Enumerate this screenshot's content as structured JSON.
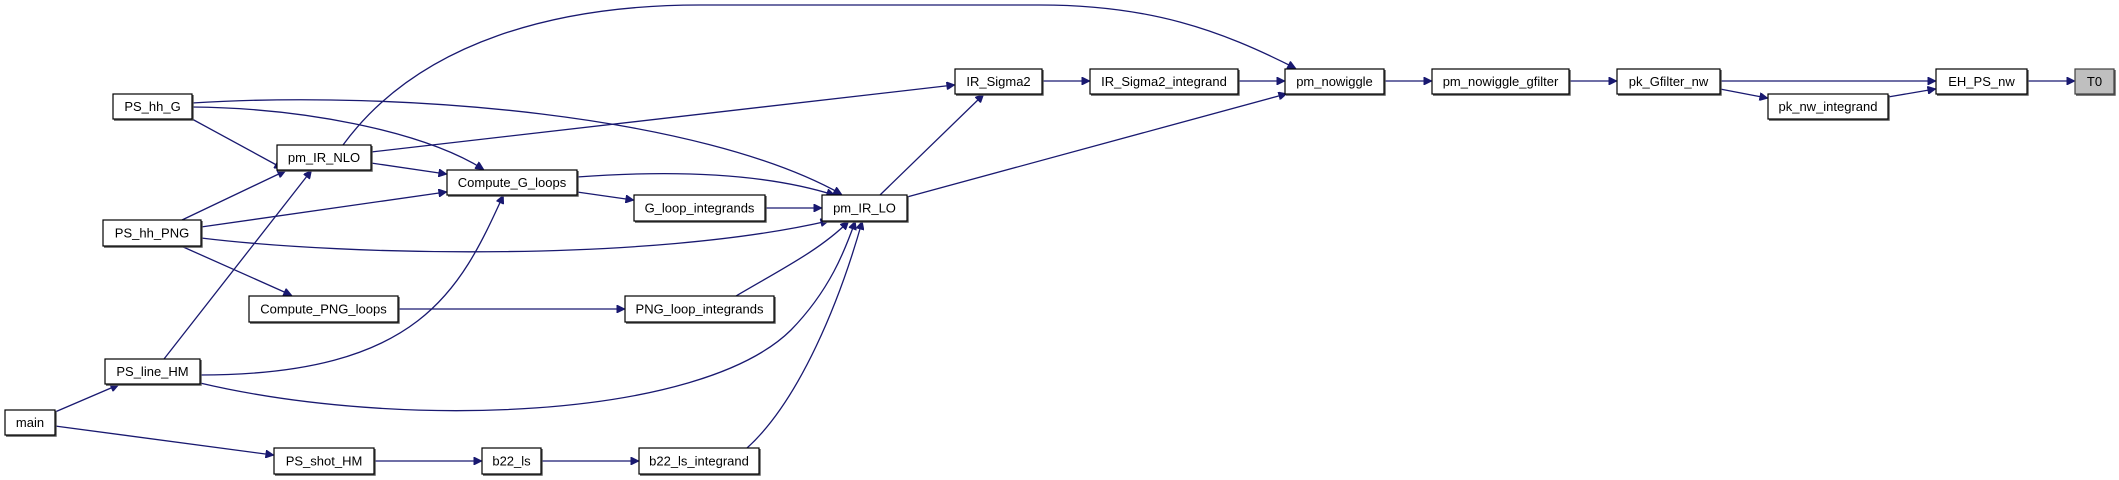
{
  "graph": {
    "type": "caller-graph",
    "root": "T0",
    "colors": {
      "edge": "#191970",
      "root_fill": "#bfbfbf",
      "node_fill": "#ffffff"
    },
    "nodes": [
      {
        "id": "T0",
        "label": "T0",
        "root": true
      },
      {
        "id": "EH_PS_nw",
        "label": "EH_PS_nw"
      },
      {
        "id": "pk_nw_integrand",
        "label": "pk_nw_integrand"
      },
      {
        "id": "pk_Gfilter_nw",
        "label": "pk_Gfilter_nw"
      },
      {
        "id": "pm_nowiggle_gfilter",
        "label": "pm_nowiggle_gfilter"
      },
      {
        "id": "pm_nowiggle",
        "label": "pm_nowiggle"
      },
      {
        "id": "IR_Sigma2_integrand",
        "label": "IR_Sigma2_integrand"
      },
      {
        "id": "IR_Sigma2",
        "label": "IR_Sigma2"
      },
      {
        "id": "pm_IR_LO",
        "label": "pm_IR_LO"
      },
      {
        "id": "G_loop_integrands",
        "label": "G_loop_integrands"
      },
      {
        "id": "PNG_loop_integrands",
        "label": "PNG_loop_integrands"
      },
      {
        "id": "b22_ls_integrand",
        "label": "b22_ls_integrand"
      },
      {
        "id": "b22_ls",
        "label": "b22_ls"
      },
      {
        "id": "PS_shot_HM",
        "label": "PS_shot_HM"
      },
      {
        "id": "Compute_G_loops",
        "label": "Compute_G_loops"
      },
      {
        "id": "Compute_PNG_loops",
        "label": "Compute_PNG_loops"
      },
      {
        "id": "pm_IR_NLO",
        "label": "pm_IR_NLO"
      },
      {
        "id": "PS_hh_G",
        "label": "PS_hh_G"
      },
      {
        "id": "PS_hh_PNG",
        "label": "PS_hh_PNG"
      },
      {
        "id": "PS_line_HM",
        "label": "PS_line_HM"
      },
      {
        "id": "main",
        "label": "main"
      }
    ],
    "edges": [
      {
        "from": "PS_hh_G",
        "to": "pm_IR_NLO"
      },
      {
        "from": "PS_hh_G",
        "to": "Compute_G_loops"
      },
      {
        "from": "PS_hh_G",
        "to": "pm_IR_LO"
      },
      {
        "from": "pm_IR_NLO",
        "to": "pm_nowiggle"
      },
      {
        "from": "pm_IR_NLO",
        "to": "IR_Sigma2"
      },
      {
        "from": "pm_IR_NLO",
        "to": "Compute_G_loops"
      },
      {
        "from": "PS_hh_PNG",
        "to": "pm_IR_NLO"
      },
      {
        "from": "PS_hh_PNG",
        "to": "Compute_G_loops"
      },
      {
        "from": "PS_hh_PNG",
        "to": "pm_IR_LO"
      },
      {
        "from": "PS_hh_PNG",
        "to": "Compute_PNG_loops"
      },
      {
        "from": "Compute_G_loops",
        "to": "pm_IR_LO"
      },
      {
        "from": "Compute_G_loops",
        "to": "G_loop_integrands"
      },
      {
        "from": "G_loop_integrands",
        "to": "pm_IR_LO"
      },
      {
        "from": "pm_IR_LO",
        "to": "IR_Sigma2"
      },
      {
        "from": "pm_IR_LO",
        "to": "pm_nowiggle"
      },
      {
        "from": "Compute_PNG_loops",
        "to": "PNG_loop_integrands"
      },
      {
        "from": "PNG_loop_integrands",
        "to": "pm_IR_LO"
      },
      {
        "from": "PS_line_HM",
        "to": "pm_IR_NLO"
      },
      {
        "from": "PS_line_HM",
        "to": "Compute_G_loops"
      },
      {
        "from": "PS_line_HM",
        "to": "pm_IR_LO"
      },
      {
        "from": "main",
        "to": "PS_line_HM"
      },
      {
        "from": "main",
        "to": "PS_shot_HM"
      },
      {
        "from": "PS_shot_HM",
        "to": "b22_ls"
      },
      {
        "from": "b22_ls",
        "to": "b22_ls_integrand"
      },
      {
        "from": "b22_ls_integrand",
        "to": "pm_IR_LO"
      },
      {
        "from": "IR_Sigma2",
        "to": "IR_Sigma2_integrand"
      },
      {
        "from": "IR_Sigma2_integrand",
        "to": "pm_nowiggle"
      },
      {
        "from": "pm_nowiggle",
        "to": "pm_nowiggle_gfilter"
      },
      {
        "from": "pm_nowiggle_gfilter",
        "to": "pk_Gfilter_nw"
      },
      {
        "from": "pk_Gfilter_nw",
        "to": "EH_PS_nw"
      },
      {
        "from": "pk_Gfilter_nw",
        "to": "pk_nw_integrand"
      },
      {
        "from": "pk_nw_integrand",
        "to": "EH_PS_nw"
      },
      {
        "from": "EH_PS_nw",
        "to": "T0"
      }
    ]
  }
}
